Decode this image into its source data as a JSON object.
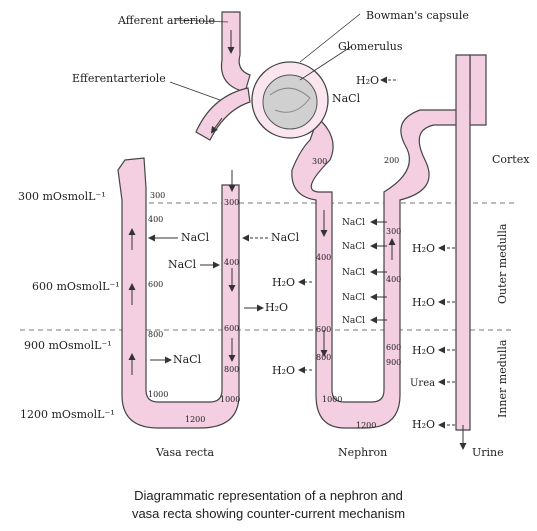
{
  "labels": {
    "afferent_arteriole": "Afferent arteriole",
    "bowmans_capsule": "Bowman's capsule",
    "glomerulus": "Glomerulus",
    "efferent_arteriole": "Efferentarteriole",
    "cortex": "Cortex",
    "outer_medulla": "Outer medulla",
    "inner_medulla": "Inner medulla",
    "vasa_recta": "Vasa recta",
    "nephron": "Nephron",
    "urine": "Urine",
    "urea": "Urea"
  },
  "osmolarity_scale": [
    "300 mOsmolL⁻¹",
    "600 mOsmolL⁻¹",
    "900 mOsmolL⁻¹",
    "1200 mOsmolL⁻¹"
  ],
  "chemicals": {
    "nacl": "NaCl",
    "h2o": "H₂O"
  },
  "vasa_recta_values": [
    "300",
    "400",
    "600",
    "800",
    "1000",
    "1200",
    "300",
    "400",
    "600",
    "800",
    "1000"
  ],
  "nephron_values": [
    "300",
    "200",
    "300",
    "400",
    "400",
    "600",
    "800",
    "900",
    "1000",
    "1200",
    "600"
  ],
  "caption": {
    "line1": "Diagrammatic representation of a nephron and",
    "line2": "vasa recta showing counter-current mechanism"
  },
  "colors": {
    "tubule_fill": "#f4cfe1",
    "outline": "#444444",
    "glomerulus_fill": "#d0d0d0"
  }
}
